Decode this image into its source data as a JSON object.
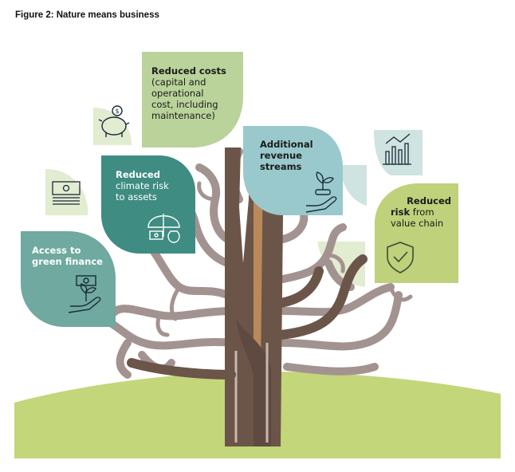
{
  "figure": {
    "title": "Figure 2: Nature means business"
  },
  "leaves": {
    "reduced_costs": {
      "bold": "Reduced costs",
      "line1": "(capital and",
      "line2": "operational",
      "line3": "cost, including",
      "line4": "maintenance)"
    },
    "additional_revenue": {
      "line1": "Additional",
      "line2": "revenue",
      "line3": "streams"
    },
    "reduced_climate_risk": {
      "bold": "Reduced",
      "line2": "climate risk",
      "line3": "to assets"
    },
    "access_finance": {
      "line1": "Access to",
      "line2": "green finance"
    },
    "reduced_risk_value_chain": {
      "line1": "Reduced",
      "bold": "risk",
      "line2_rest": " from",
      "line3": "value chain"
    }
  },
  "icons": [
    "piggy-bank-icon",
    "banknotes-icon",
    "bar-chart-icon",
    "umbrella-money-icon",
    "plant-hand-icon",
    "money-hand-icon",
    "shield-check-icon"
  ],
  "colors": {
    "lime": "#bfd17a",
    "light_green": "#b9d39a",
    "teal_dark": "#3f8c82",
    "teal_mid": "#6fa99f",
    "light_blue": "#99c9cc",
    "pale_green": "#e2ecd0",
    "pale_blue": "#cfe3e0",
    "trunk": "#6b5549",
    "branch": "#a39390",
    "ground": "#c3d67a"
  }
}
